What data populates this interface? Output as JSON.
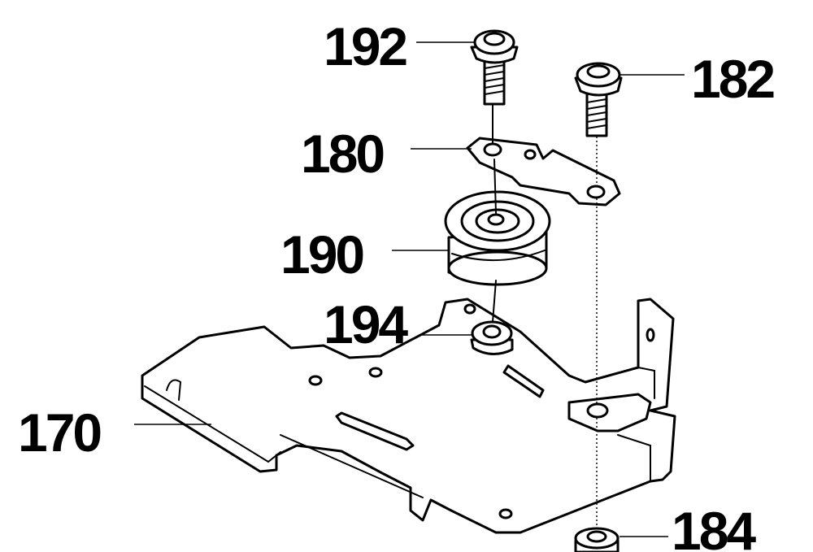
{
  "labels": {
    "p192": "192",
    "p182": "182",
    "p180": "180",
    "p190": "190",
    "p194": "194",
    "p170": "170",
    "p184": "184"
  },
  "colors": {
    "ink": "#000000",
    "paper": "#ffffff"
  }
}
